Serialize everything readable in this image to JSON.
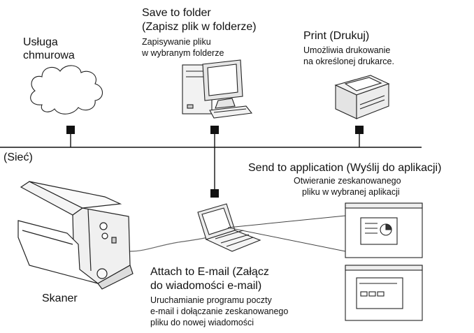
{
  "cloud": {
    "title_line1": "Usługa",
    "title_line2": "chmurowa"
  },
  "folder": {
    "title_line1": "Save to folder",
    "title_line2": "(Zapisz plik w folderze)",
    "desc_line1": "Zapisywanie pliku",
    "desc_line2": "w wybranym folderze"
  },
  "print": {
    "title": "Print (Drukuj)",
    "desc_line1": "Umożliwia drukowanie",
    "desc_line2": "na określonej drukarce."
  },
  "network": {
    "label": "(Sieć)"
  },
  "application": {
    "title": "Send to application (Wyślij do aplikacji)",
    "desc_line1": "Otwieranie zeskanowanego",
    "desc_line2": "pliku w wybranej aplikacji"
  },
  "email": {
    "title_line1": "Attach to E-mail (Załącz",
    "title_line2": "do wiadomości e-mail)",
    "desc_line1": "Uruchamianie programu poczty",
    "desc_line2": "e-mail i dołączanie zeskanowanego",
    "desc_line3": "pliku do nowej wiadomości"
  },
  "scanner": {
    "label": "Skaner"
  },
  "colors": {
    "line": "#111111",
    "device_fill": "#f4f4f4",
    "screen_fill": "#dcdcdc"
  }
}
